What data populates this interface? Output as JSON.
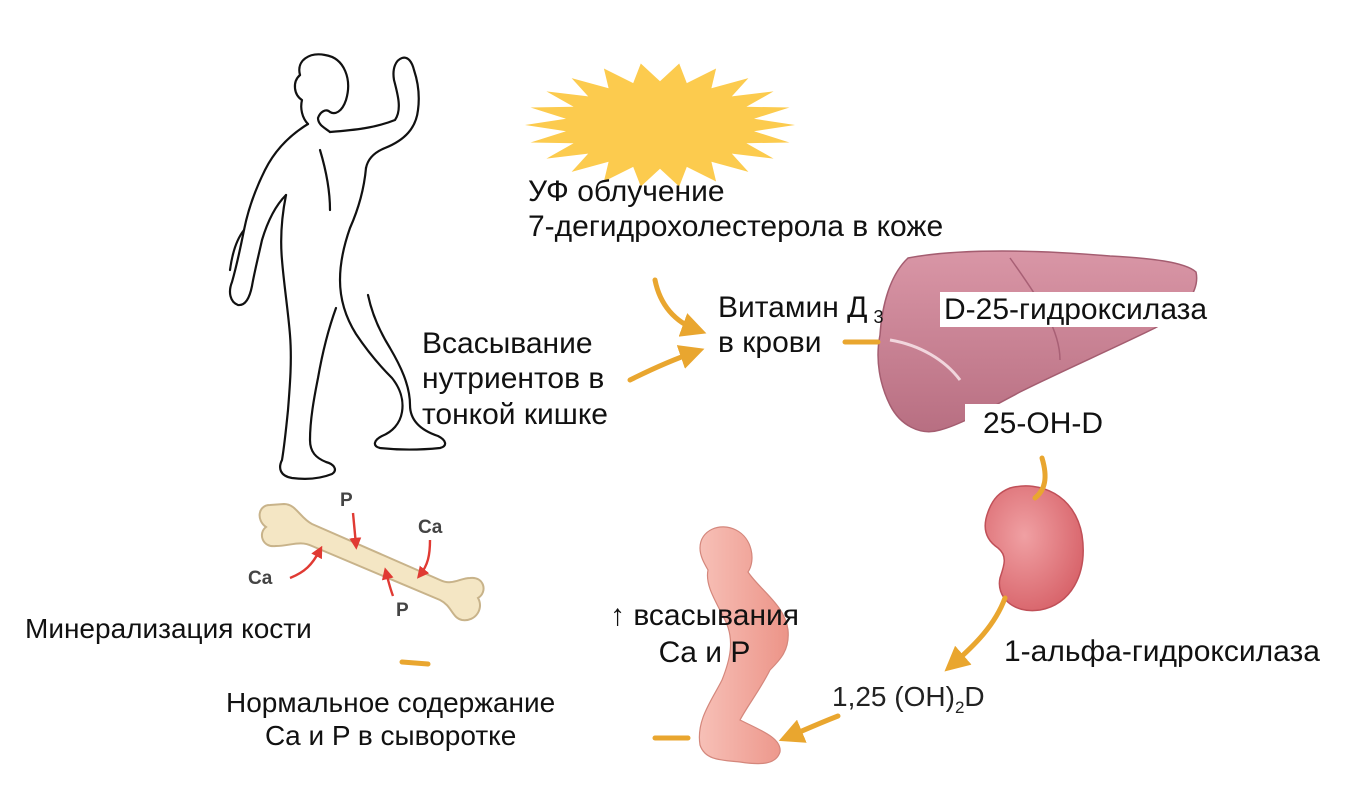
{
  "labels": {
    "uv_line1": "УФ облучение",
    "uv_line2": "7-дегидрохолестерола в коже",
    "vitd_main": "Витамин Д",
    "vitd_sub": "3",
    "vitd_line2": "в крови",
    "hydroxylase25": "D-25-гидроксилаза",
    "absorb_line1": "Всасывание",
    "absorb_line2": "нутриентов в",
    "absorb_line3": "тонкой кишке",
    "oh25d": "25-OH-D",
    "alpha_hydroxylase": "1-альфа-гидроксилаза",
    "calcitriol_pre": "1,25 (OH)",
    "calcitriol_sub": "2",
    "calcitriol_post": "D",
    "increase_line1": "↑ всасывания",
    "increase_line2": "Ca и P",
    "mineralization": "Минерализация кости",
    "normal_line1": "Нормальное содержание",
    "normal_line2": "Ca и P в сыворотке",
    "bone_p_top": "P",
    "bone_ca_right": "Ca",
    "bone_ca_left": "Ca",
    "bone_p_bottom": "P"
  },
  "colors": {
    "sun": "#fccb4e",
    "arrow": "#e9a62f",
    "liver": "#c98293",
    "kidney": "#df7378",
    "intestine": "#f1a79c",
    "bone": "#f4e6c4",
    "bone_arrow": "#e03a33"
  }
}
